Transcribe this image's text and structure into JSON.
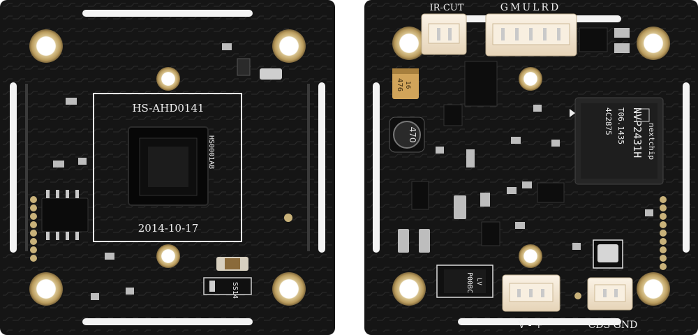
{
  "front_board": {
    "model": "HS-AHD0141",
    "date": "2014-10-17",
    "vertical_code": "HS0001AB",
    "diode": "SS14"
  },
  "back_board": {
    "ir_connector": "IR-CUT",
    "gpio_connector": "GMULRD",
    "power_connector": "V - +",
    "cds_connector": "CDS GND",
    "chip_brand": "nextchip",
    "chip_model": "NVP2431H",
    "chip_line1": "T06.1435",
    "chip_line2": "4C2875",
    "inductor": "470",
    "capacitor": "476",
    "capacitor_sub": "16",
    "regulator": "P00BC",
    "regulator_sub": "LV"
  },
  "colors": {
    "pcb": "#1a1a1a",
    "silkscreen": "#efefef",
    "gold_pad": "#c9b27a",
    "connector": "#f4e7d2"
  }
}
